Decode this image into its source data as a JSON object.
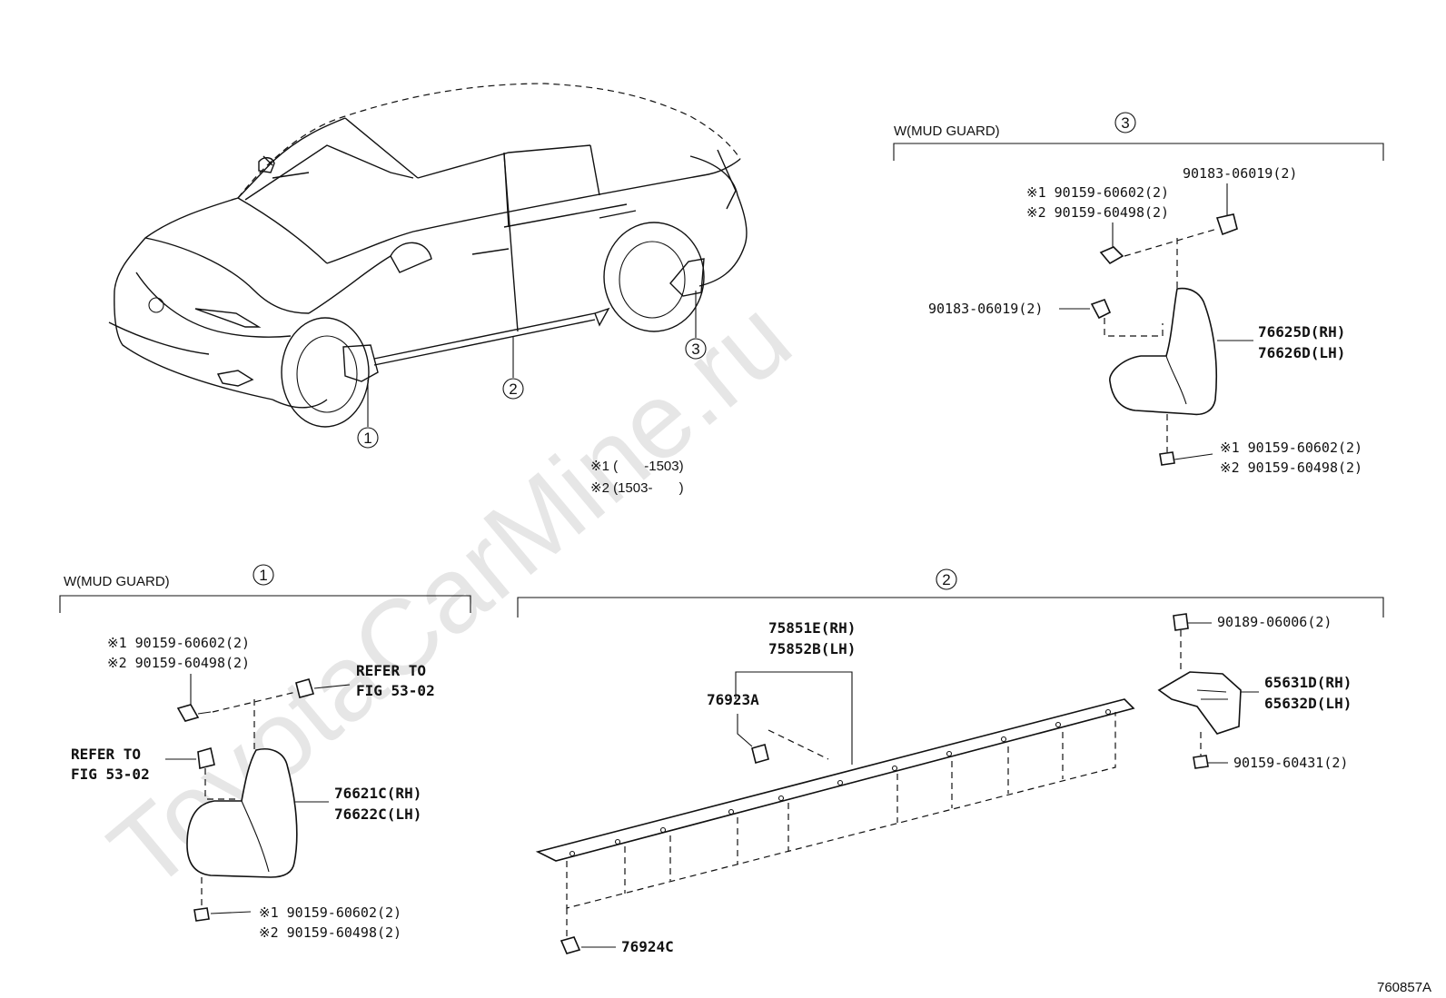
{
  "watermark": "ToyotaCarMine.ru",
  "figure_code": "760857A",
  "date_notes": {
    "note1": "※1 (       -1503)",
    "note2": "※2 (1503-       )"
  },
  "callouts": {
    "c1": "1",
    "c2": "2",
    "c3": "3"
  },
  "group1": {
    "title": "W(MUD GUARD)",
    "num": "1",
    "screw_top_1": "※1 90159-60602(2)",
    "screw_top_2": "※2 90159-60498(2)",
    "refer_a_1": "REFER TO",
    "refer_a_2": "FIG 53-02",
    "refer_b_1": "REFER TO",
    "refer_b_2": "FIG 53-02",
    "guard_rh": "76621C(RH)",
    "guard_lh": "76622C(LH)",
    "screw_bot_1": "※1 90159-60602(2)",
    "screw_bot_2": "※2 90159-60498(2)"
  },
  "group2": {
    "num": "2",
    "mould_rh": "75851E(RH)",
    "mould_lh": "75852B(LH)",
    "clip_a": "76923A",
    "clip_c": "76924C",
    "nut_top": "90189-06006(2)",
    "guard_rh": "65631D(RH)",
    "guard_lh": "65632D(LH)",
    "screw": "90159-60431(2)"
  },
  "group3": {
    "title": "W(MUD GUARD)",
    "num": "3",
    "nut_top": "90183-06019(2)",
    "screw_top_1": "※1 90159-60602(2)",
    "screw_top_2": "※2 90159-60498(2)",
    "nut_side": "90183-06019(2)",
    "guard_rh": "76625D(RH)",
    "guard_lh": "76626D(LH)",
    "screw_bot_1": "※1 90159-60602(2)",
    "screw_bot_2": "※2 90159-60498(2)"
  }
}
